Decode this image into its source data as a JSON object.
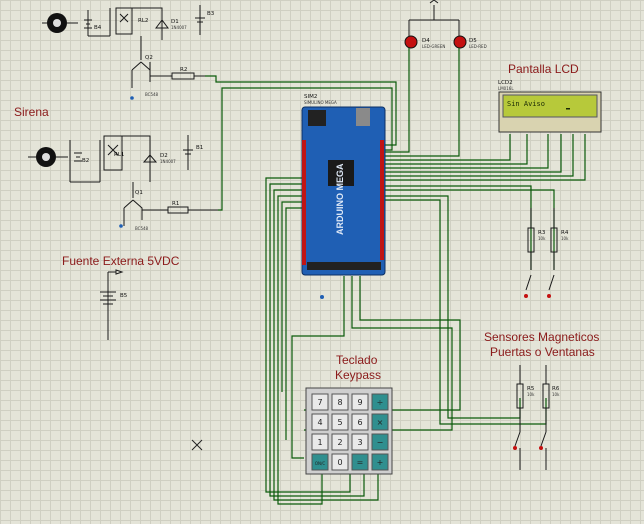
{
  "titles": {
    "sirena": "Sirena",
    "fuente": "Fuente Externa 5VDC",
    "lcd": "Pantalla LCD",
    "teclado_line1": "Teclado",
    "teclado_line2": "Keypass",
    "sensores_line1": "Sensores Magneticos",
    "sensores_line2": "Puertas o Ventanas"
  },
  "arduino": {
    "ref": "SIM2",
    "part": "SIMULINO MEGA",
    "logo": "ARDUINO MEGA"
  },
  "lcd": {
    "ref": "LCD2",
    "part": "LM016L",
    "display_text": "Sin Aviso"
  },
  "leds": [
    {
      "ref": "D4",
      "part": "LED-GREEN"
    },
    {
      "ref": "D5",
      "part": "LED-RED"
    }
  ],
  "top_circuit": {
    "battery": "B4",
    "relay": "RL2",
    "diode": "D1",
    "diode_part": "1N4007",
    "supply": "B3",
    "transistor": "Q2",
    "transistor_part": "BC548",
    "resistor": "R2"
  },
  "siren_circuit": {
    "battery": "B2",
    "relay": "RL1",
    "diode": "D2",
    "diode_part": "1N4007",
    "supply": "B1",
    "transistor": "Q1",
    "transistor_part": "BC548",
    "resistor": "R1"
  },
  "power": {
    "battery": "B5"
  },
  "sensor_resistors_top": [
    {
      "ref": "R3",
      "value": "10k"
    },
    {
      "ref": "R4",
      "value": "10k"
    }
  ],
  "sensor_resistors_bottom": [
    {
      "ref": "R5",
      "value": "10k"
    },
    {
      "ref": "R6",
      "value": "10k"
    }
  ],
  "keypad": {
    "keys": [
      "7",
      "8",
      "9",
      "÷",
      "4",
      "5",
      "6",
      "×",
      "1",
      "2",
      "3",
      "−",
      "ON/C",
      "0",
      "=",
      "+"
    ]
  },
  "colors": {
    "wire": "#0a5a0a",
    "title": "#8b1a1a",
    "arduino_board": "#1f5fb4",
    "lcd_screen": "#b7c93a",
    "keypad_operator": "#2f8f8f"
  }
}
